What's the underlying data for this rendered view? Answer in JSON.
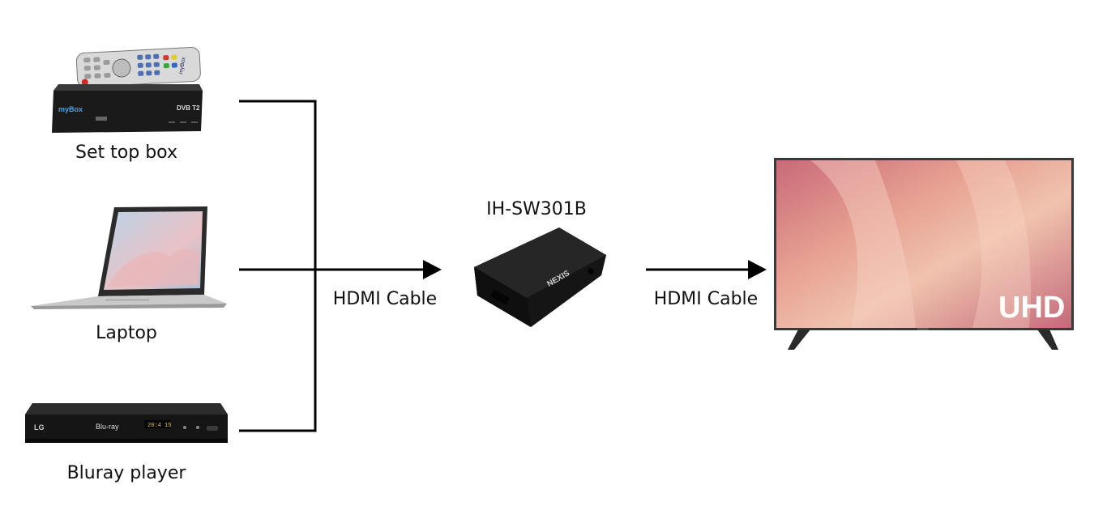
{
  "devices": {
    "settop": {
      "label": "Set top box",
      "remote_brand": "myBox",
      "box_brand": "myBox",
      "box_badge": "DVB T2"
    },
    "laptop": {
      "label": "Laptop"
    },
    "bluray": {
      "label": "Bluray player",
      "brand": "LG",
      "display_time": "20:4 15"
    }
  },
  "switch": {
    "model": "IH-SW301B",
    "brand": "NEXIS"
  },
  "cables": {
    "input_label": "HDMI Cable",
    "output_label": "HDMI Cable"
  },
  "tv": {
    "badge": "UHD"
  },
  "colors": {
    "line": "#000000",
    "tv_badge": "#ffffff",
    "device_body": "#1a1a1a"
  }
}
